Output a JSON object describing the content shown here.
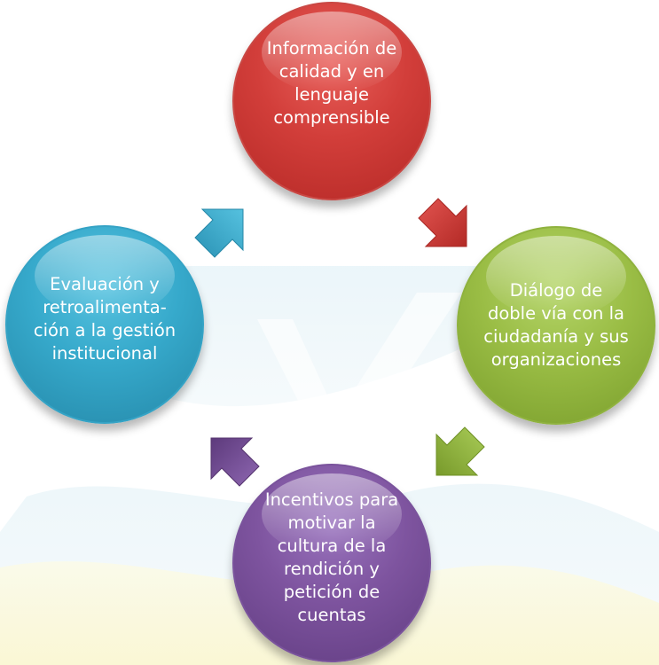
{
  "diagram": {
    "nodes": [
      {
        "id": "top",
        "label": "Información de\ncalidad y en\nlenguaje\ncomprensible",
        "color": "#d23e3a"
      },
      {
        "id": "right",
        "label": "Diálogo de\ndoble vía con la\nciudadanía y sus\norganizaciones",
        "color": "#9abd45"
      },
      {
        "id": "bottom",
        "label": "Incentivos para\nmotivar la\ncultura de la\nrendición y\npetición de\ncuentas",
        "color": "#7e549f"
      },
      {
        "id": "left",
        "label": "Evaluación y\nretroalimenta-\nción a la gestión\ninstitucional",
        "color": "#36a9cb"
      }
    ],
    "arrows": [
      {
        "from": "top",
        "to": "right",
        "color": "#c93a36",
        "icon": "arrow-down-right-icon"
      },
      {
        "from": "right",
        "to": "bottom",
        "color": "#8fb33a",
        "icon": "arrow-down-left-icon"
      },
      {
        "from": "bottom",
        "to": "left",
        "color": "#6f4a92",
        "icon": "arrow-up-left-icon"
      },
      {
        "from": "left",
        "to": "top",
        "color": "#33a6c8",
        "icon": "arrow-up-right-icon"
      }
    ],
    "background": {
      "watermark_color": "#e3f1f7",
      "accent_color": "#fbf6c8"
    }
  }
}
